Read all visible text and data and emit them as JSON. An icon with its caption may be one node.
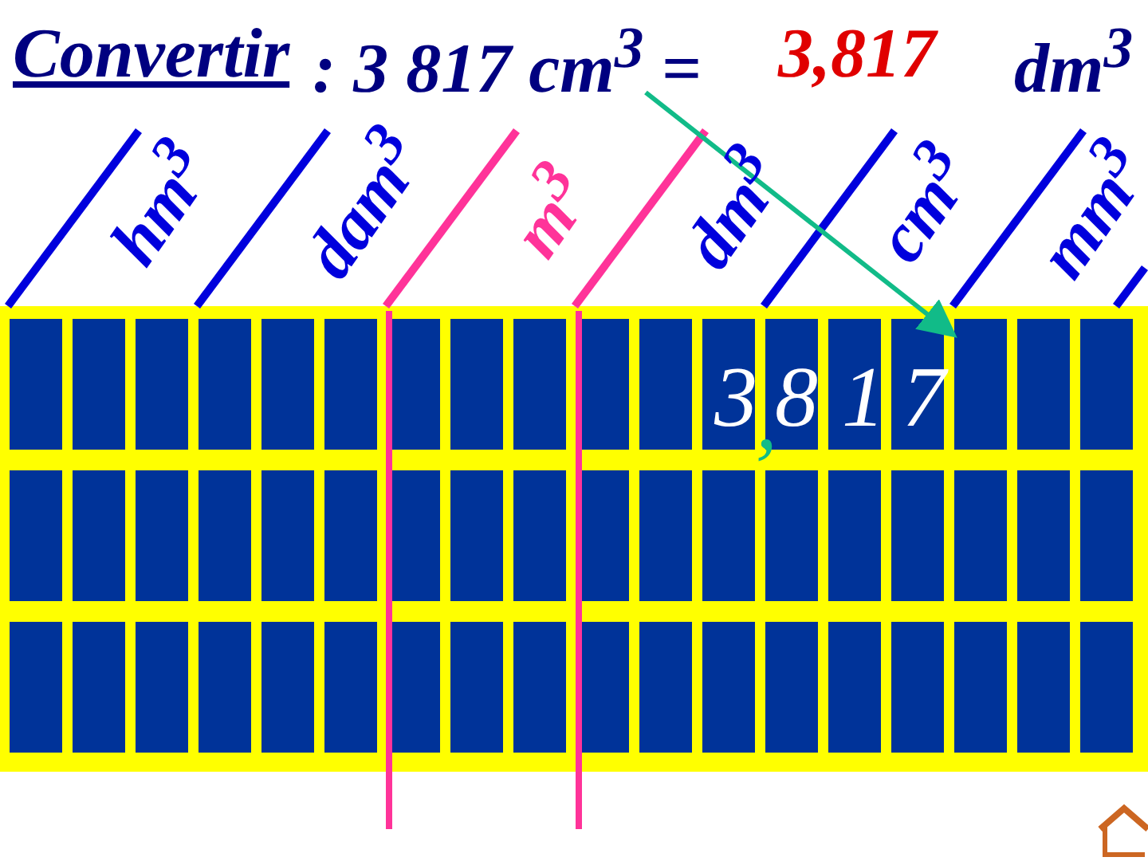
{
  "diagram": {
    "title": "Convertir",
    "labels": [
      ": 3 817 cm$^{3}$ =",
      "3,817",
      "dm$^{3}$",
      "hm$^{3}$",
      "dam$^{3}$",
      "m$^{3}$",
      "dm$^{3}$",
      "cm$^{3}$",
      "mm$^{3}$",
      "3",
      ",",
      "8",
      "1",
      "7"
    ]
  }
}
